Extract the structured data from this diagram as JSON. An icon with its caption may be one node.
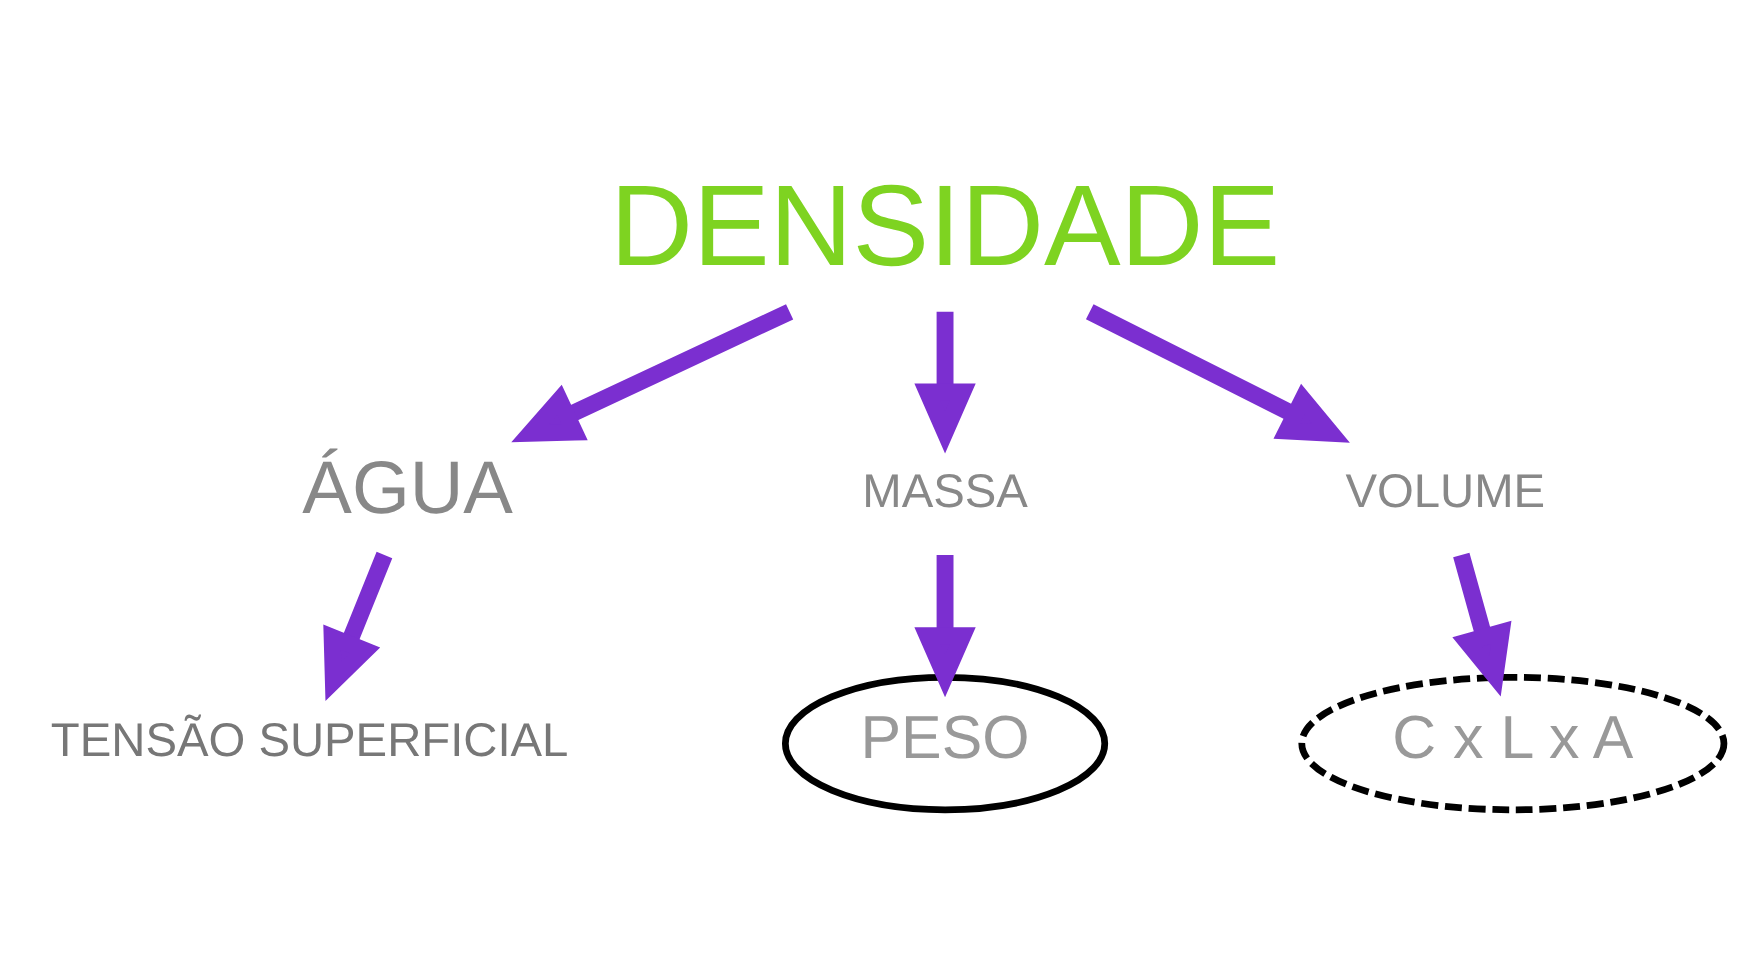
{
  "diagram": {
    "nodes": [
      {
        "text": [
          "TENSÃO SUPERFICIAL"
        ]
      },
      {
        "text": [
          "ÁGUA"
        ]
      },
      {
        "text": [
          "DENSIDADE"
        ]
      },
      {
        "text": [
          "MASSA"
        ]
      },
      {
        "text": [
          "VOLUME"
        ]
      },
      {
        "text": [
          "PESO"
        ]
      },
      {
        "text": [
          "C x L x A"
        ]
      }
    ],
    "edges": [
      {
        "from": 1,
        "to": 0,
        "arrow": "to"
      },
      {
        "from": 2,
        "to": 1,
        "arrow": "to"
      },
      {
        "from": 2,
        "to": 3,
        "arrow": "to"
      },
      {
        "from": 2,
        "to": 4,
        "arrow": "to"
      },
      {
        "from": 3,
        "to": 5,
        "arrow": "to"
      },
      {
        "from": 4,
        "to": 6,
        "arrow": "to"
      }
    ]
  }
}
